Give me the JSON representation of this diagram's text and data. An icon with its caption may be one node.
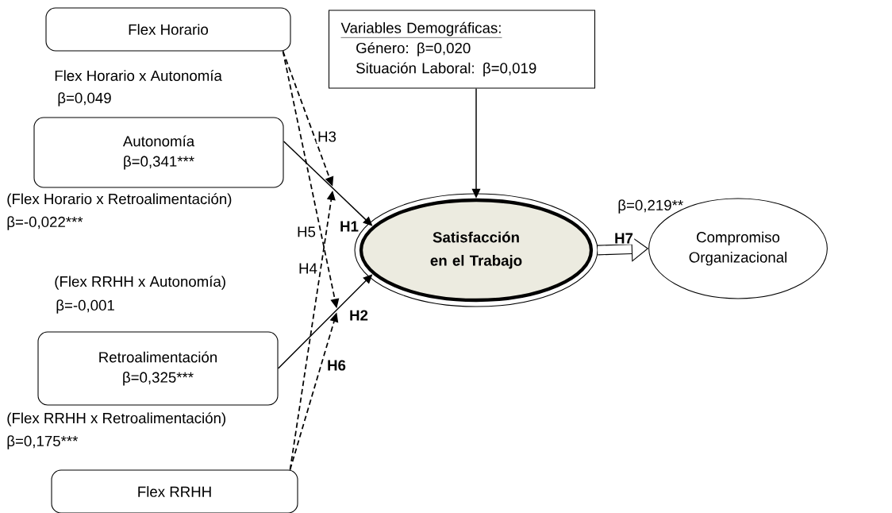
{
  "diagram": {
    "nodes": [
      {
        "text": [
          "Flex Horario"
        ]
      },
      {
        "text": [
          "Variables Demográficas:",
          "Género: β=0,020",
          "Situación Laboral: β=0,019"
        ]
      },
      {
        "text": [
          "Autonomía",
          "β=0,341***"
        ]
      },
      {
        "text": [
          "Satisfacción en el Trabajo"
        ]
      },
      {
        "text": [
          "Compromiso Organizacional"
        ]
      },
      {
        "text": [
          "Retroalimentación",
          "β=0,325***"
        ]
      },
      {
        "text": [
          "Flex RRHH"
        ]
      }
    ],
    "edges": [
      {
        "from": 2,
        "to": 3,
        "arrow": "to",
        "label": "H1"
      },
      {
        "from": 5,
        "to": 3,
        "arrow": "to",
        "label": "H2"
      },
      {
        "from": 0,
        "to": null,
        "arrow": "to",
        "label": "H3",
        "style": "dashed"
      },
      {
        "from": 6,
        "to": null,
        "arrow": "to",
        "label": "H4",
        "style": "dashed"
      },
      {
        "from": 0,
        "to": null,
        "arrow": "to",
        "label": "H5",
        "style": "dashed"
      },
      {
        "from": 6,
        "to": null,
        "arrow": "to",
        "label": "H6",
        "style": "dashed"
      },
      {
        "from": 1,
        "to": 3,
        "arrow": "to"
      },
      {
        "from": 3,
        "to": 4,
        "arrow": "to",
        "label": "H7",
        "style": "thick"
      }
    ],
    "labels": [
      "Flex Horario x Autonomía",
      "β=0,049",
      "(Flex Horario x Retroalimentación)",
      "β=-0,022***",
      "(Flex RRHH x Autonomía)",
      "β=-0,001",
      "(Flex RRHH x Retroalimentación)",
      "β=0,175***",
      "β=0,219**"
    ]
  }
}
